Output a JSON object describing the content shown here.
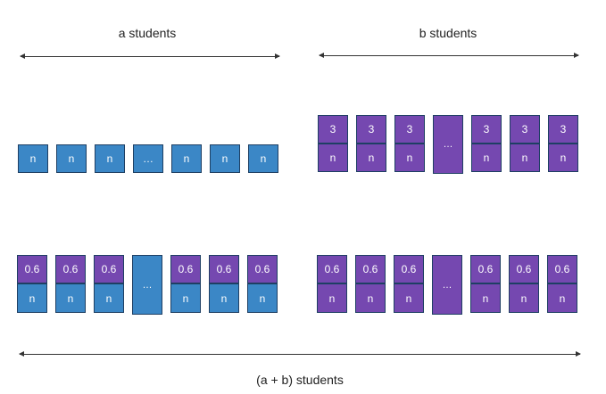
{
  "labels": {
    "a_students": "a students",
    "b_students": "b students",
    "ab_students": "(a + b) students"
  },
  "symbols": {
    "n": "n",
    "three": "3",
    "point_six": "0.6",
    "ellipsis": "…"
  },
  "colors": {
    "blue": "#3b87c6",
    "purple": "#7548b0",
    "border": "#1e3f63"
  }
}
